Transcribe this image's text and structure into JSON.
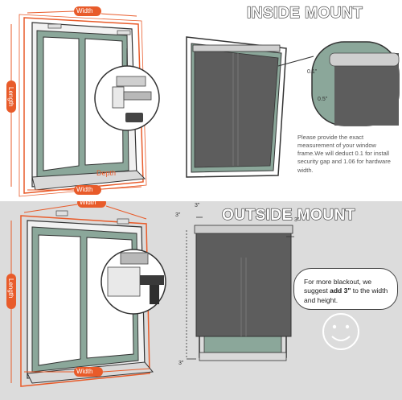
{
  "inside": {
    "title": "INSIDE MOUNT",
    "label_width_top": "Width",
    "label_length": "Length",
    "label_depth": "Depth",
    "label_width_bottom": "Width",
    "dim_01": "0.1\"",
    "dim_05": "0.5\"",
    "note": "Please provide the exact measurement of your window frame.We will deduct 0.1 for install security gap and 1.06 for hardware width."
  },
  "outside": {
    "title": "OUTSIDE MOUNT",
    "label_width_top": "Width",
    "label_length": "Length",
    "label_width_bottom": "Width",
    "dim_3_top_left": "3\"",
    "dim_3_top": "3\"",
    "dim_3_right": "3\"",
    "dim_3_bottom": "3\"",
    "note_prefix": "For more blackout, we suggest ",
    "note_bold": "add 3\"",
    "note_suffix": " to the width and height."
  },
  "colors": {
    "accent": "#e85b2a",
    "frame": "#7f9c8f",
    "screen": "#5d5d5d",
    "bottom_bg": "#dcdcdc"
  }
}
